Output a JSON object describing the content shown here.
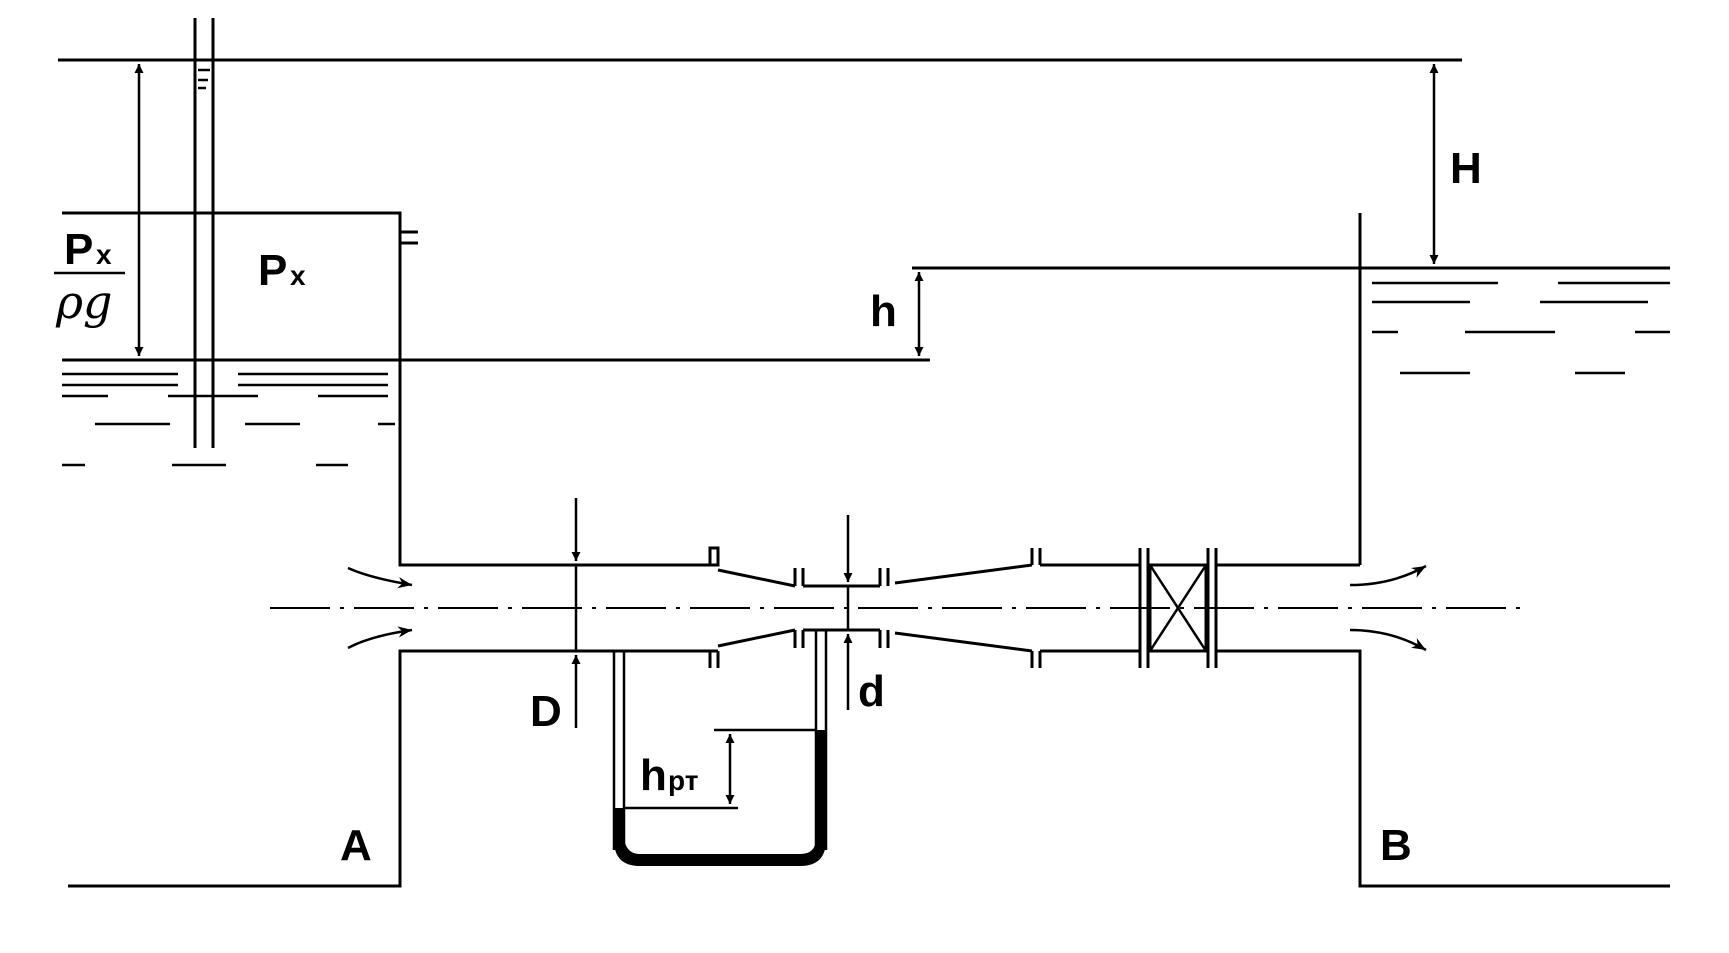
{
  "labels": {
    "pressure_frac_num_main": "P",
    "pressure_frac_num_sub": "x",
    "pressure_frac_den": "ρg",
    "tank_pressure_main": "P",
    "tank_pressure_sub": "x",
    "head_H": "H",
    "head_h": "h",
    "pipe_D": "D",
    "throat_d": "d",
    "manometer_main": "h",
    "manometer_sub": "рт",
    "tank_A": "A",
    "tank_B": "B"
  },
  "colors": {
    "line": "#000000",
    "background": "#ffffff"
  }
}
